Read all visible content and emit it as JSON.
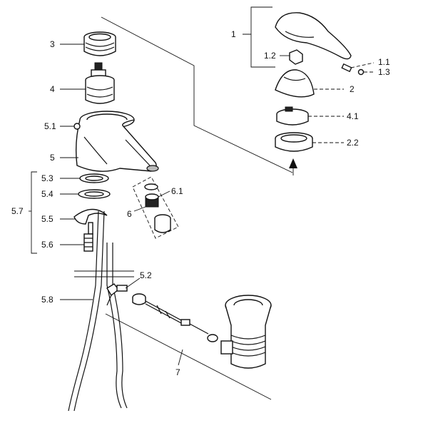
{
  "labels": {
    "l1": "1",
    "l1_1": "1.1",
    "l1_2": "1.2",
    "l1_3": "1.3",
    "l2": "2",
    "l2_2": "2.2",
    "l3": "3",
    "l4": "4",
    "l4_1": "4.1",
    "l5": "5",
    "l5_1": "5.1",
    "l5_2": "5.2",
    "l5_3": "5.3",
    "l5_4": "5.4",
    "l5_5": "5.5",
    "l5_6": "5.6",
    "l5_7": "5.7",
    "l5_8": "5.8",
    "l6": "6",
    "l6_1": "6.1",
    "l7": "7"
  }
}
